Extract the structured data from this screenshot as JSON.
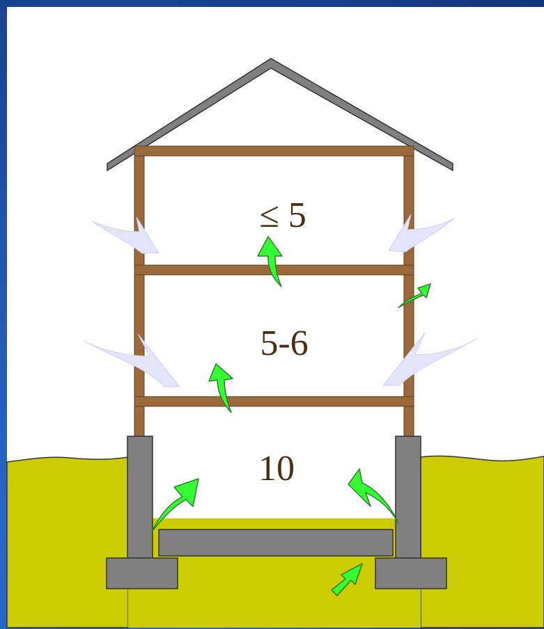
{
  "diagram": {
    "levels": [
      {
        "name": "upper-floor",
        "label": "≤ 5"
      },
      {
        "name": "middle-floor",
        "label": "5-6"
      },
      {
        "name": "basement",
        "label": "10"
      }
    ]
  },
  "colors": {
    "border": "#1a3f8f",
    "sky": "#ffffff",
    "ground": "#cccc00",
    "roof": "#808080",
    "frame": "#9b6a3a",
    "concrete": "#808080",
    "air_arrow": "#e4e4fa",
    "gas_arrow": "#33ff33"
  }
}
